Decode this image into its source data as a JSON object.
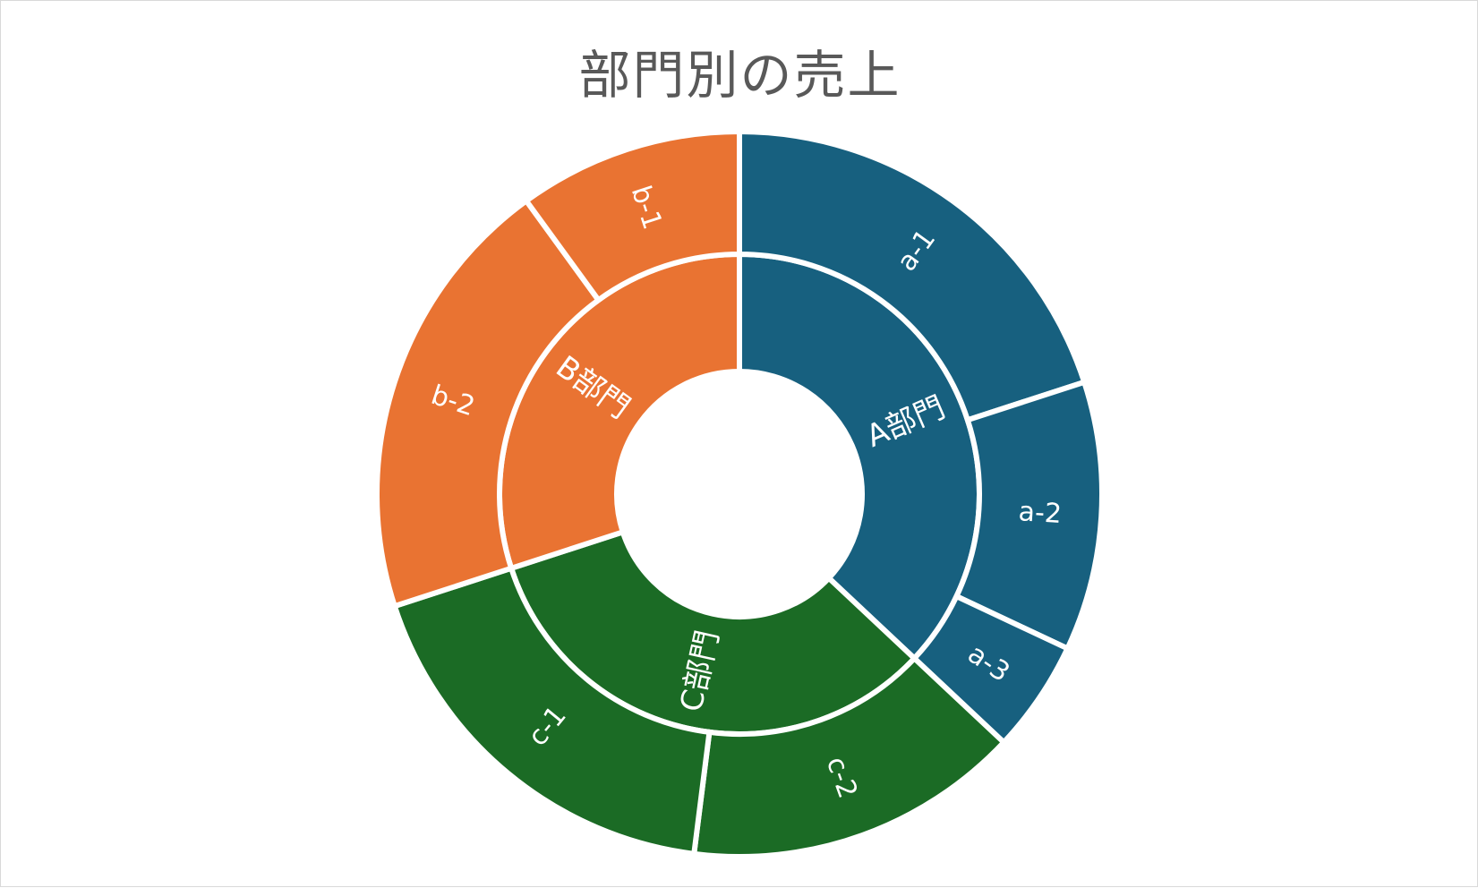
{
  "chart_data": {
    "type": "sunburst",
    "title": "部門別の売上",
    "legend": "none",
    "colors": {
      "A部門": "#17607f",
      "B部門": "#e97332",
      "C部門": "#1b6b25",
      "separator": "#ffffff"
    },
    "series": [
      {
        "name": "A部門",
        "value": 37,
        "children": [
          {
            "name": "a-1",
            "value": 20
          },
          {
            "name": "a-2",
            "value": 12
          },
          {
            "name": "a-3",
            "value": 5
          }
        ]
      },
      {
        "name": "C部門",
        "value": 33,
        "children": [
          {
            "name": "c-2",
            "value": 15
          },
          {
            "name": "c-1",
            "value": 18
          }
        ]
      },
      {
        "name": "B部門",
        "value": 30,
        "children": [
          {
            "name": "b-2",
            "value": 20
          },
          {
            "name": "b-1",
            "value": 10
          }
        ]
      }
    ]
  }
}
